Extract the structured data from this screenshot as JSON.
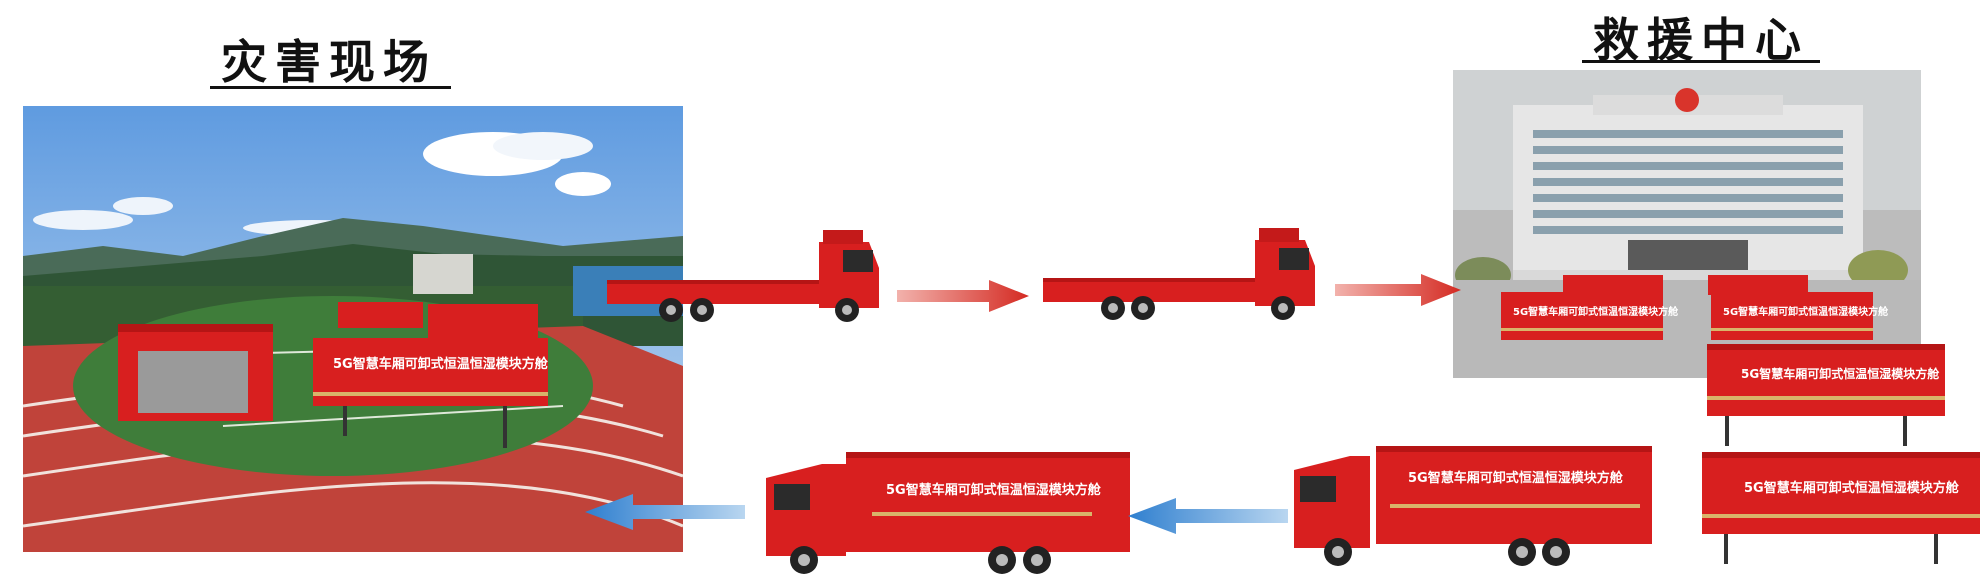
{
  "titles": {
    "disaster_site": "灾害现场",
    "rescue_center": "救援中心"
  },
  "module_label": "5G智慧车厢可卸式恒温恒湿模块方舱",
  "colors": {
    "truck_red": "#d81f1f",
    "arrow_red": "#e0302a",
    "arrow_blue": "#2f7fcf",
    "track": "#c0433a",
    "grass": "#3f7d3a",
    "sky": "#7fb2e5"
  }
}
